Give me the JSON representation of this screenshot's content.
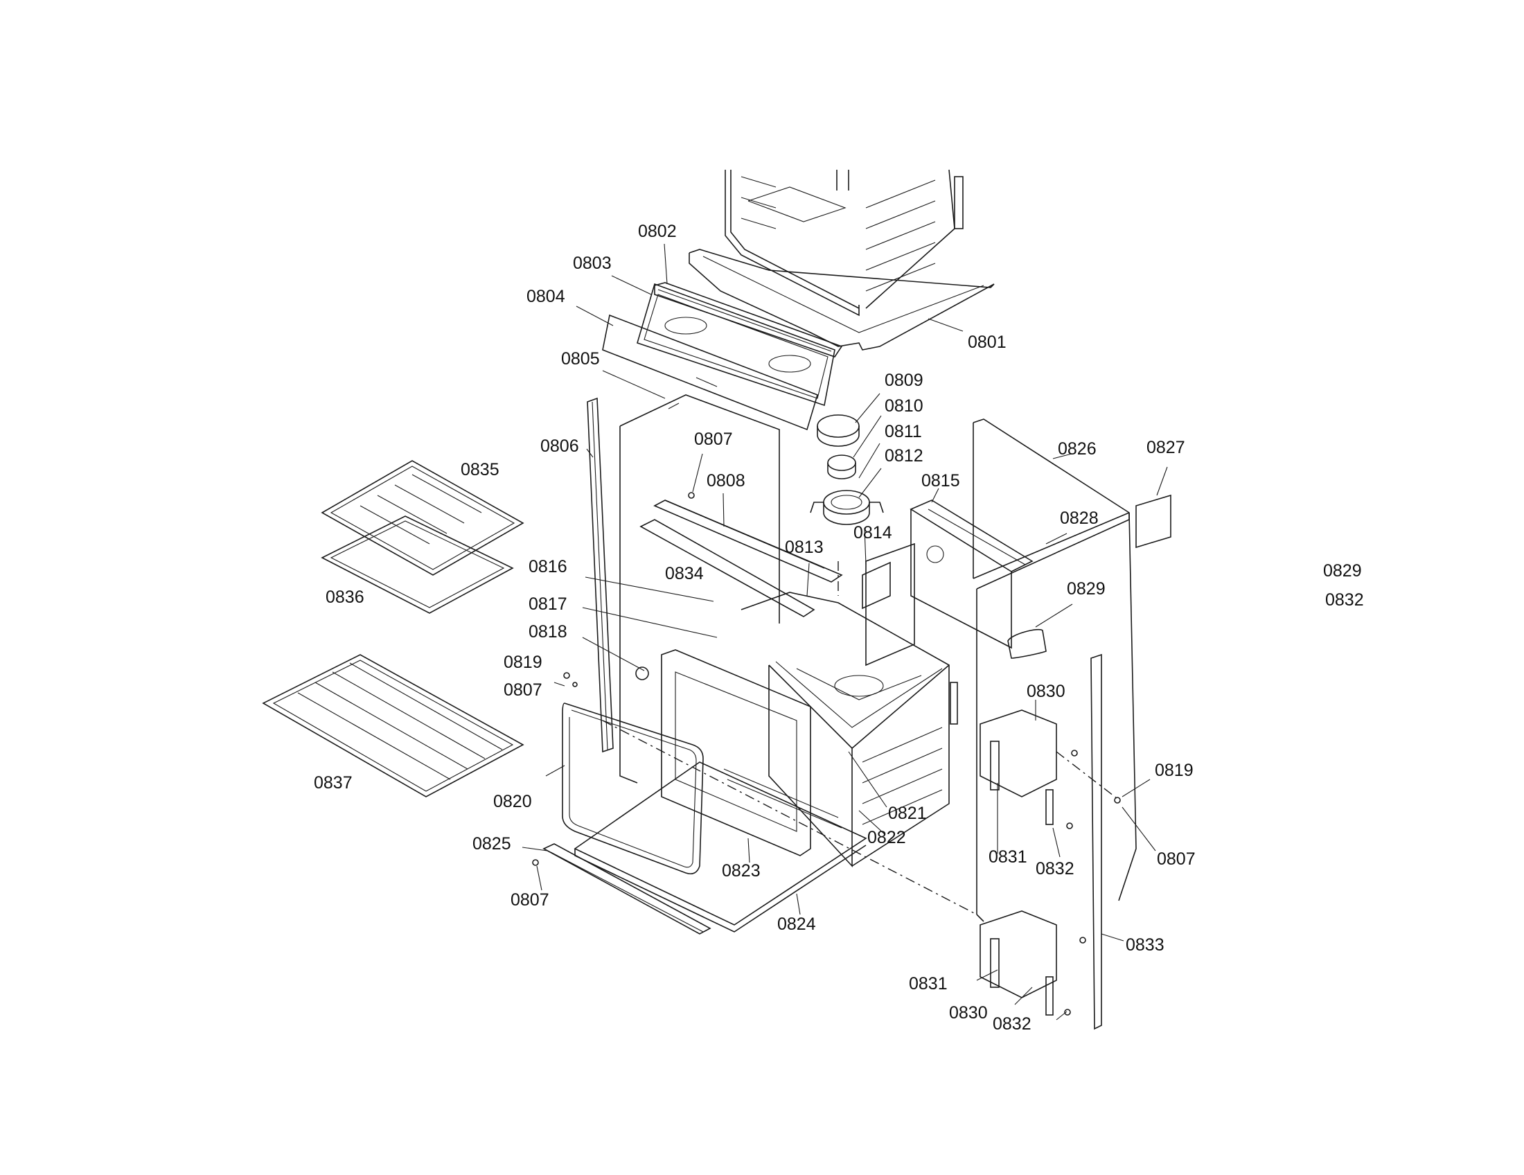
{
  "labels": {
    "l0801": "0801",
    "l0802": "0802",
    "l0803": "0803",
    "l0804": "0804",
    "l0805": "0805",
    "l0806": "0806",
    "l0807a": "0807",
    "l0807b": "0807",
    "l0807c": "0807",
    "l0807d": "0807",
    "l0808": "0808",
    "l0809": "0809",
    "l0810": "0810",
    "l0811": "0811",
    "l0812": "0812",
    "l0813": "0813",
    "l0814": "0814",
    "l0815": "0815",
    "l0816": "0816",
    "l0817": "0817",
    "l0818": "0818",
    "l0819a": "0819",
    "l0819b": "0819",
    "l0820": "0820",
    "l0821": "0821",
    "l0822": "0822",
    "l0823": "0823",
    "l0824": "0824",
    "l0825": "0825",
    "l0826": "0826",
    "l0827": "0827",
    "l0828": "0828",
    "l0829a": "0829",
    "l0829b": "0829",
    "l0830a": "0830",
    "l0830b": "0830",
    "l0831a": "0831",
    "l0831b": "0831",
    "l0832a": "0832",
    "l0832b": "0832",
    "l0832c": "0832",
    "l0833": "0833",
    "l0834": "0834",
    "l0835": "0835",
    "l0836": "0836",
    "l0837": "0837"
  }
}
